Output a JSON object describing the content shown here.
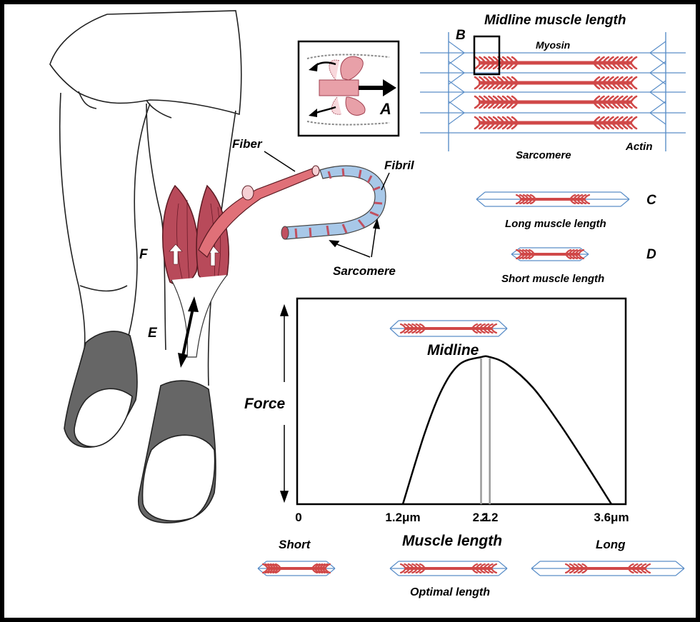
{
  "labels": {
    "midline_muscle_length": "Midline muscle length",
    "myosin": "Myosin",
    "sarcomere_top": "Sarcomere",
    "actin": "Actin",
    "letter_a": "A",
    "letter_b": "B",
    "letter_c": "C",
    "letter_d": "D",
    "letter_e": "E",
    "letter_f": "F",
    "fiber": "Fiber",
    "fibril": "Fibril",
    "sarcomere_fibril": "Sarcomere",
    "long_muscle_length": "Long muscle length",
    "short_muscle_length": "Short muscle length"
  },
  "chart_data": {
    "type": "line",
    "ylabel": "Force",
    "xlabel": "Muscle length",
    "annotation": "Midline",
    "x_ticks": [
      "0",
      "1.2μm",
      "2.1",
      "2.2",
      "3.6μm"
    ],
    "x_tick_values": [
      0,
      1.2,
      2.1,
      2.2,
      3.6
    ],
    "xlim": [
      0,
      3.6
    ],
    "ylim": [
      0,
      1
    ],
    "series": [
      {
        "x": [
          1.2,
          1.45,
          1.65,
          1.85,
          2.1,
          2.2,
          2.4,
          2.7,
          3.0,
          3.3,
          3.6
        ],
        "y": [
          0,
          0.48,
          0.78,
          0.95,
          1.0,
          1.0,
          0.95,
          0.79,
          0.55,
          0.28,
          0
        ]
      }
    ],
    "vlines": [
      2.1,
      2.2
    ],
    "grid": false,
    "bottom_labels": {
      "short": "Short",
      "long": "Long",
      "optimal": "Optimal length"
    }
  },
  "colors": {
    "frame_border": "#000000",
    "background": "#ffffff",
    "myosin": "#d04848",
    "actin_line": "#5a8ec8",
    "muscle": "#b84a5a",
    "fibril_blue": "#a8c8e8",
    "curve": "#000000",
    "vline": "#9a9a9a"
  }
}
